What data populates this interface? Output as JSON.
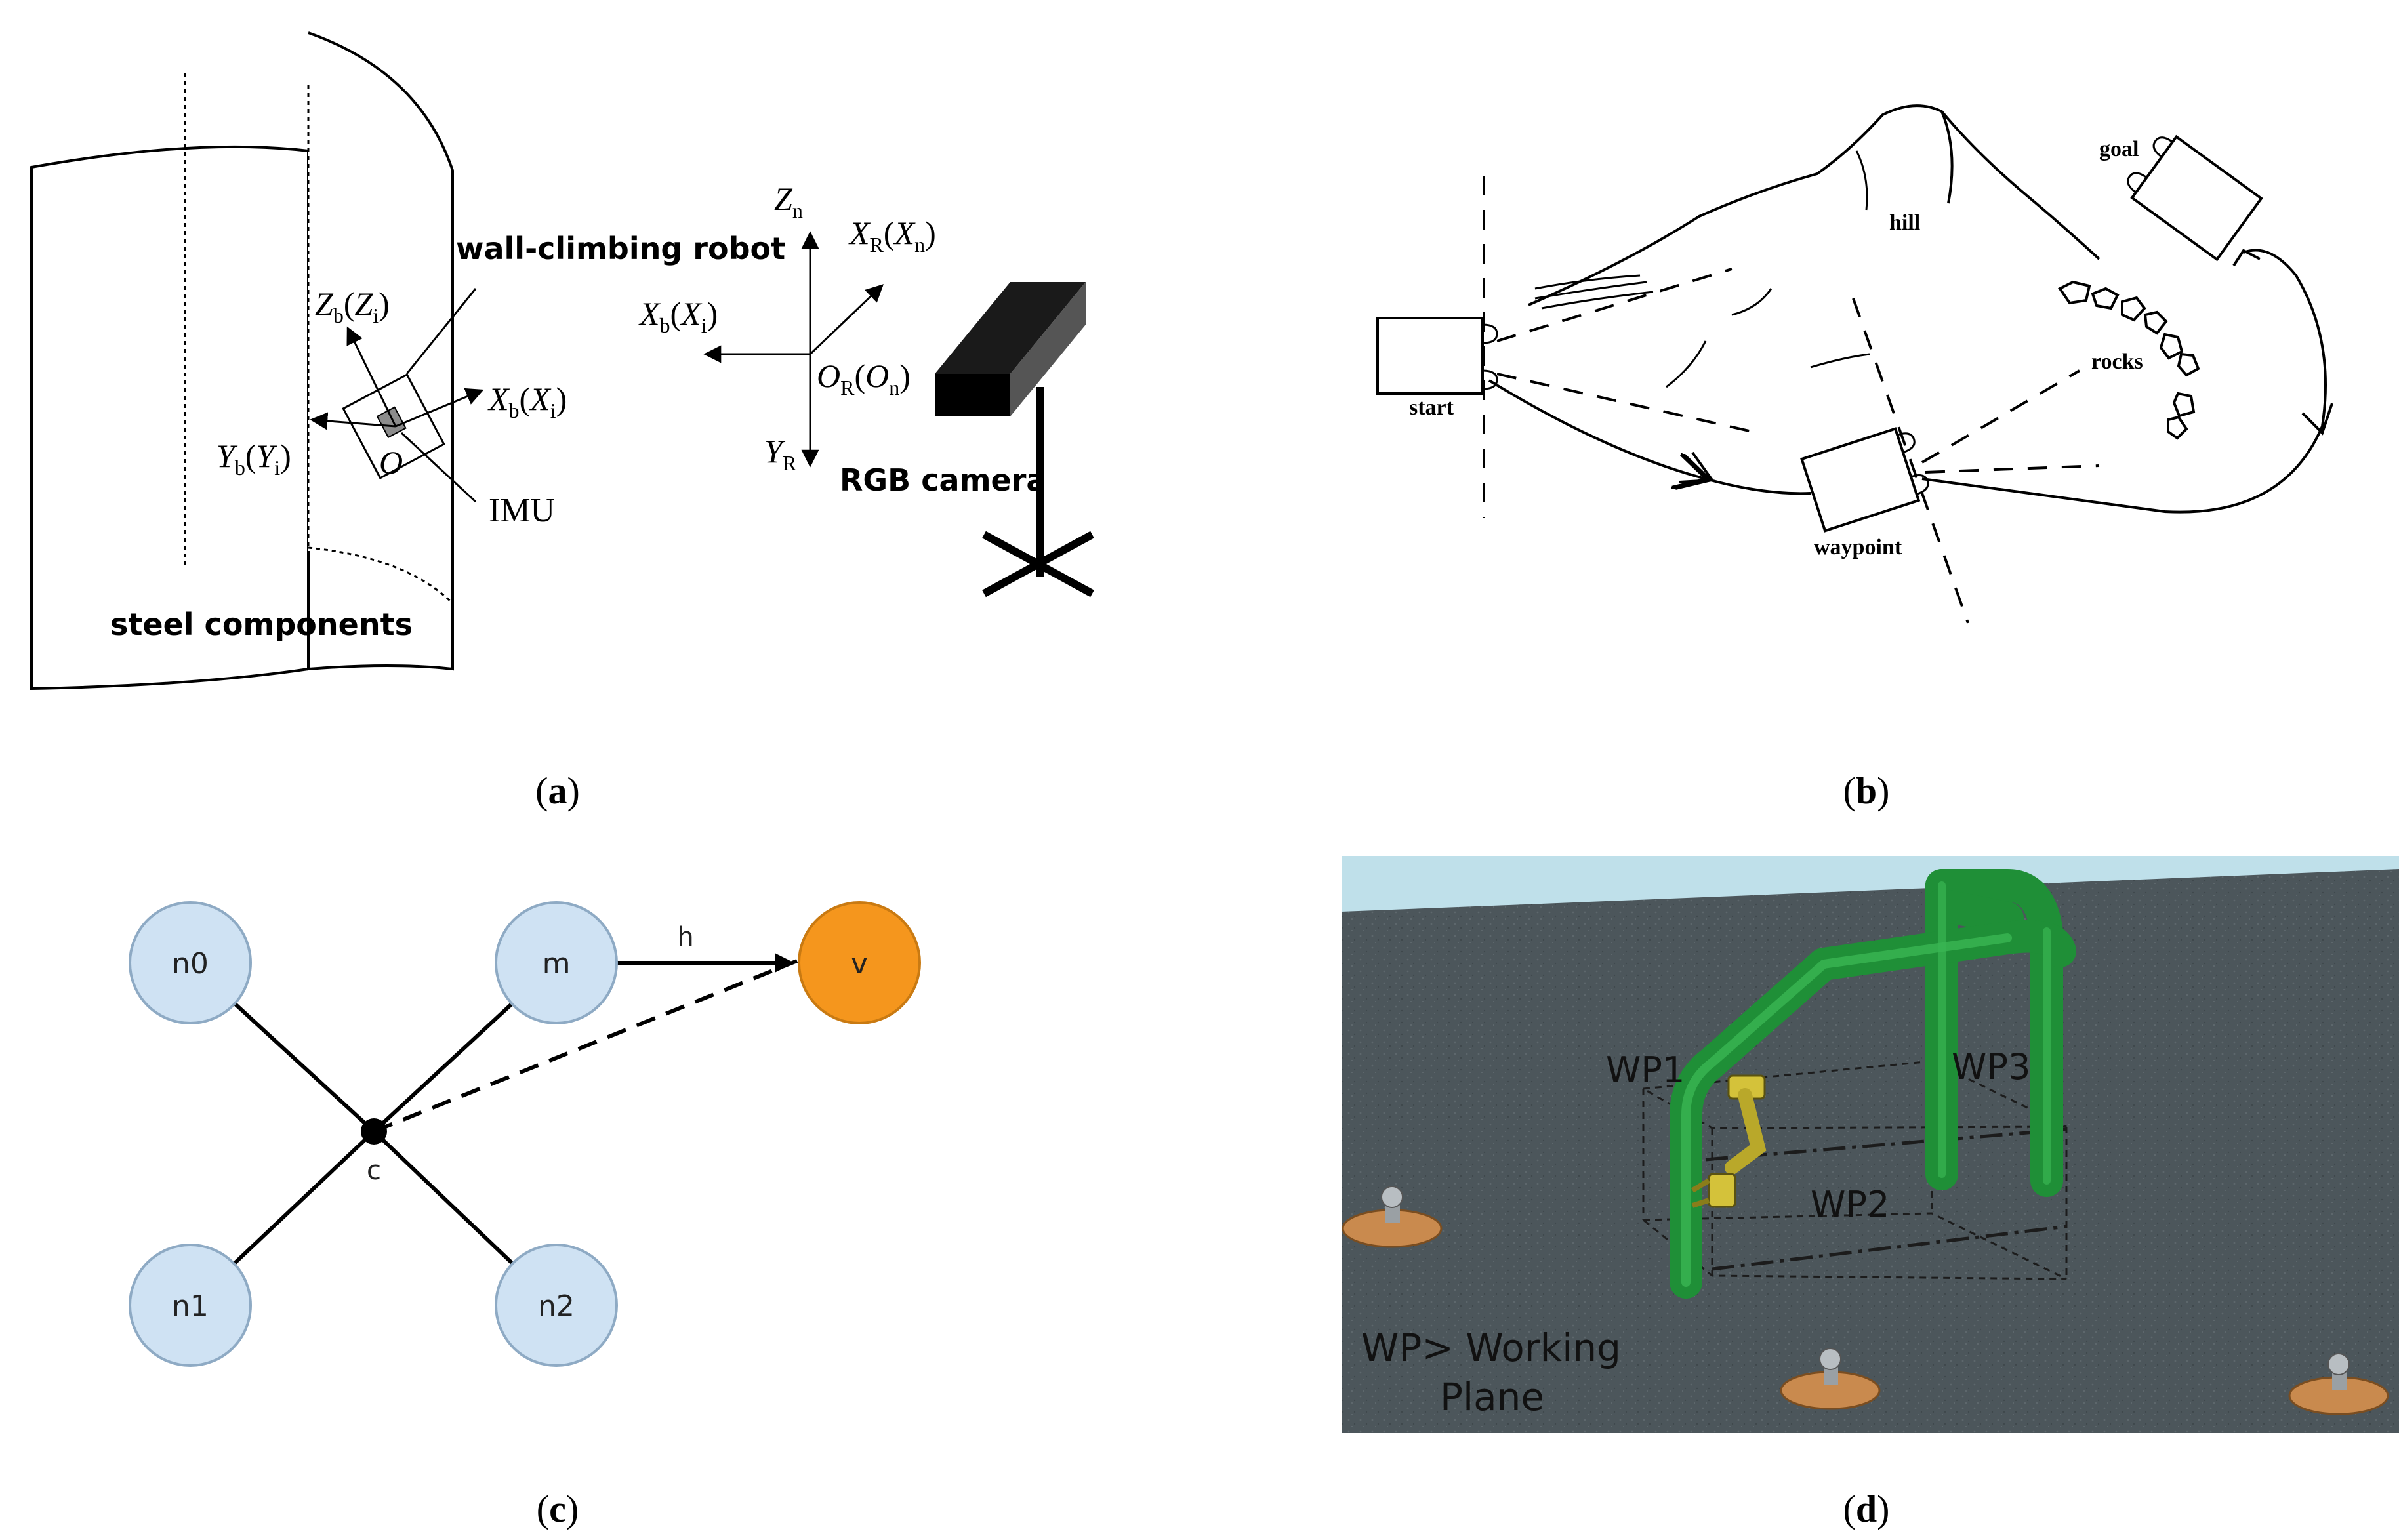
{
  "panels": {
    "a": {
      "caption_letter": "a",
      "labels": {
        "wall_climbing_robot": "wall-climbing robot",
        "steel_components": "steel components",
        "imu": "IMU",
        "rgb_camera": "RGB camera",
        "origin_o": "O"
      },
      "axes_robot": {
        "zb": {
          "main": "Z",
          "sub": "b",
          "paren_main": "Z",
          "paren_sub": "i"
        },
        "xb": {
          "main": "X",
          "sub": "b",
          "paren_main": "X",
          "paren_sub": "i"
        },
        "yb": {
          "main": "Y",
          "sub": "b",
          "paren_main": "Y",
          "paren_sub": "i"
        }
      },
      "axes_world": {
        "zn": {
          "main": "Z",
          "sub": "n"
        },
        "xr": {
          "main": "X",
          "sub": "R",
          "paren_main": "X",
          "paren_sub": "n"
        },
        "xb": {
          "main": "X",
          "sub": "b",
          "paren_main": "X",
          "paren_sub": "i"
        },
        "or": {
          "main": "O",
          "sub": "R",
          "paren_main": "O",
          "paren_sub": "n"
        },
        "yr": {
          "main": "Y",
          "sub": "R"
        }
      }
    },
    "b": {
      "caption_letter": "b",
      "labels": {
        "start": "start",
        "hill": "hill",
        "goal": "goal",
        "rocks": "rocks",
        "waypoint": "waypoint"
      }
    },
    "c": {
      "caption_letter": "c",
      "nodes": {
        "n0": "n0",
        "m": "m",
        "v": "v",
        "n1": "n1",
        "n2": "n2"
      },
      "center_label": "c",
      "edge_label": "h",
      "colors": {
        "node_fill": "#cfe2f3",
        "node_stroke": "#8eaac4",
        "highlight_fill": "#f5961d",
        "highlight_stroke": "#c97a12"
      }
    },
    "d": {
      "caption_letter": "d",
      "labels": {
        "wp1": "WP1",
        "wp2": "WP2",
        "wp3": "WP3",
        "legend_line1": "WP> Working",
        "legend_line2": "Plane"
      },
      "colors": {
        "ground": "#4c565b",
        "sky": "#bfe0ea",
        "pipe": "#1f8f37",
        "pipe_light": "#39b552",
        "robot": "#d4c23a",
        "platform": "#c98a4e"
      }
    }
  }
}
